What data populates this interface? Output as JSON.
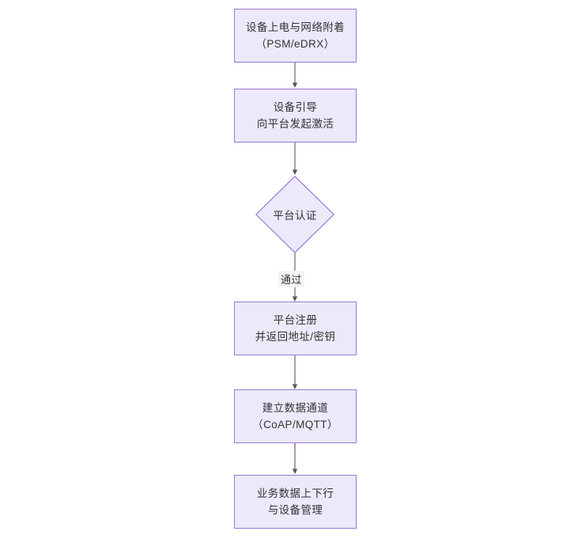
{
  "diagram": {
    "type": "flowchart",
    "orientation": "top-to-bottom",
    "background_color": "#ffffff",
    "node_fill_color": "#ece9fb",
    "node_border_color": "#9a77d4",
    "edge_color": "#555555",
    "text_color": "#333333",
    "nodes": [
      {
        "id": "n1",
        "shape": "rectangle",
        "line1": "设备上电与网络附着",
        "line2": "（PSM/eDRX）"
      },
      {
        "id": "n2",
        "shape": "rectangle",
        "line1": "设备引导",
        "line2": "向平台发起激活"
      },
      {
        "id": "n3",
        "shape": "diamond",
        "line1": "平台认证",
        "line2": ""
      },
      {
        "id": "n4",
        "shape": "rectangle",
        "line1": "平台注册",
        "line2": "并返回地址/密钥"
      },
      {
        "id": "n5",
        "shape": "rectangle",
        "line1": "建立数据通道",
        "line2": "（CoAP/MQTT）"
      },
      {
        "id": "n6",
        "shape": "rectangle",
        "line1": "业务数据上下行",
        "line2": "与设备管理"
      }
    ],
    "edges": [
      {
        "from": "n1",
        "to": "n2",
        "label": ""
      },
      {
        "from": "n2",
        "to": "n3",
        "label": ""
      },
      {
        "from": "n3",
        "to": "n4",
        "label": "通过"
      },
      {
        "from": "n4",
        "to": "n5",
        "label": ""
      },
      {
        "from": "n5",
        "to": "n6",
        "label": ""
      }
    ]
  }
}
